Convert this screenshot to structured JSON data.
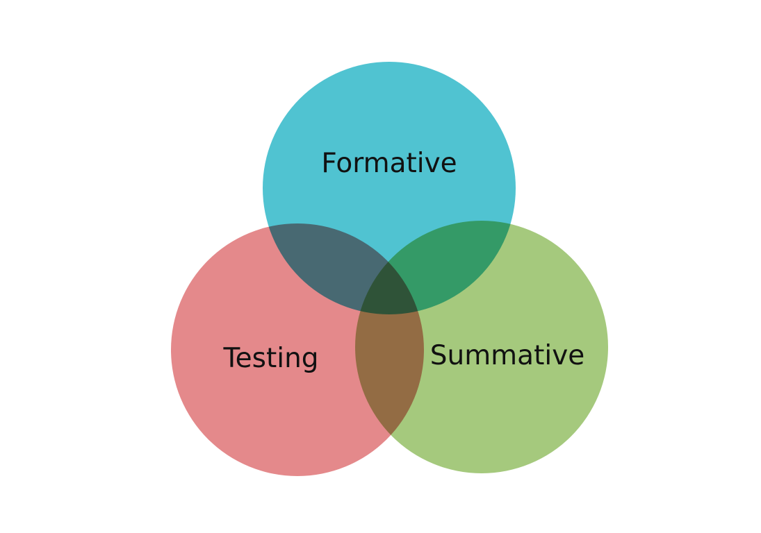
{
  "diagram": {
    "type": "venn",
    "sets": [
      {
        "key": "formative",
        "label": "Formative",
        "color": "#50c3d1"
      },
      {
        "key": "testing",
        "label": "Testing",
        "color": "#e4898b"
      },
      {
        "key": "summative",
        "label": "Summative",
        "color": "#a5c97d"
      }
    ]
  }
}
